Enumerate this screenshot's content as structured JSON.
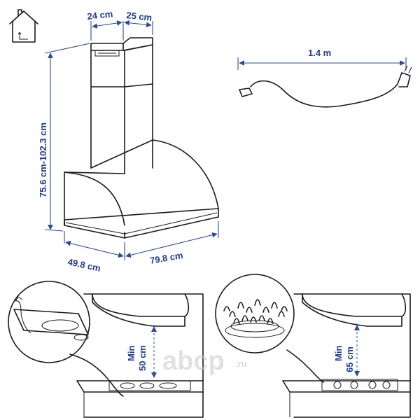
{
  "dimensions": {
    "depth_top": "24 cm",
    "width_top": "25 cm",
    "height": "75.6 cm-102.3 cm",
    "depth_bottom": "49.8 cm",
    "width_bottom": "79.8 cm",
    "cable_length": "1.4 m"
  },
  "clearances": {
    "electric": {
      "prefix": "Min",
      "value": "50 cm"
    },
    "gas": {
      "prefix": "Min",
      "value": "65 cm"
    }
  },
  "watermark": {
    "brand": "abcp",
    "tld": ".ru"
  },
  "icons": [
    "house-wall-mount-icon",
    "power-cable-icon",
    "electric-hob-icon",
    "gas-flame-icon"
  ],
  "colors": {
    "dimension_blue": "#1f3d8c",
    "line": "#1a1a1a",
    "background": "#ffffff"
  }
}
